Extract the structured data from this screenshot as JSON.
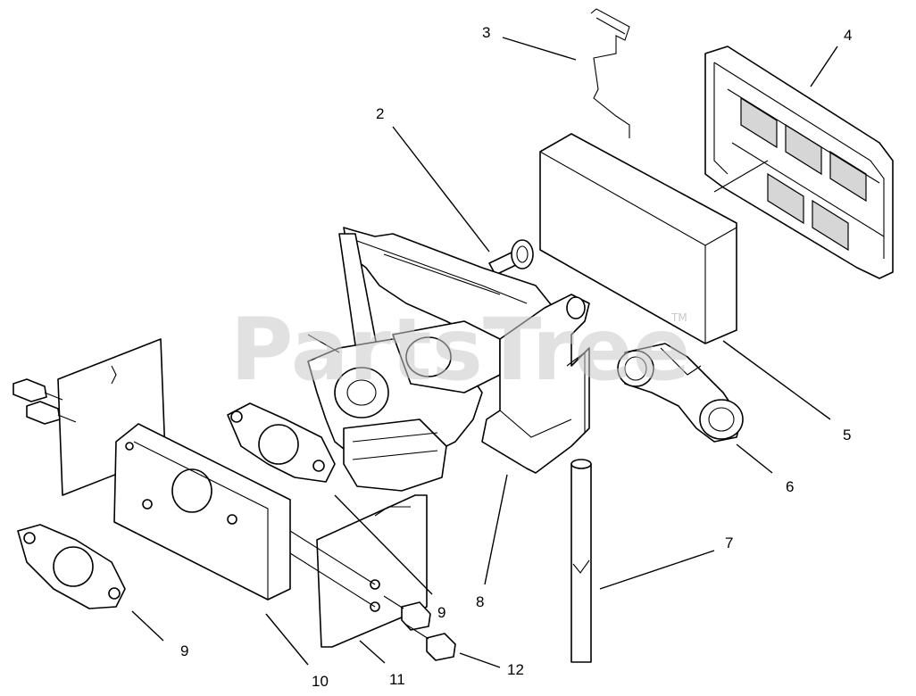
{
  "watermark": {
    "text": "PartsTree",
    "trademark": "TM"
  },
  "callouts": [
    {
      "id": "c2",
      "label": "2"
    },
    {
      "id": "c3",
      "label": "3"
    },
    {
      "id": "c4",
      "label": "4"
    },
    {
      "id": "c5",
      "label": "5"
    },
    {
      "id": "c6",
      "label": "6"
    },
    {
      "id": "c7",
      "label": "7"
    },
    {
      "id": "c8",
      "label": "8"
    },
    {
      "id": "c9a",
      "label": "9"
    },
    {
      "id": "c9b",
      "label": "9"
    },
    {
      "id": "c10",
      "label": "10"
    },
    {
      "id": "c11",
      "label": "11"
    },
    {
      "id": "c12",
      "label": "12"
    }
  ]
}
